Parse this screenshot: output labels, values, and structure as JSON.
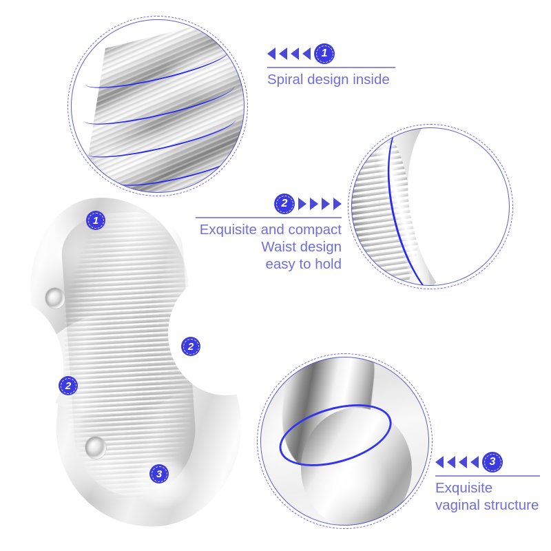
{
  "page": {
    "title": "Product feature infographic",
    "background_color": "#ffffff",
    "accent_blue": "#4a4ad6",
    "text_blue": "#6f6fd6",
    "badge_blue": "#3a3ae0",
    "highlight_blue": "#2b2bf0"
  },
  "callouts": [
    {
      "number": "1",
      "arrow_direction": "left",
      "arrow_count": 4,
      "text": "Spiral design inside",
      "align": "left"
    },
    {
      "number": "2",
      "arrow_direction": "right",
      "arrow_count": 4,
      "text": "Exquisite and compact\nWaist design\neasy to hold",
      "align": "right"
    },
    {
      "number": "3",
      "arrow_direction": "left",
      "arrow_count": 4,
      "text": "Exquisite\nvaginal structure",
      "align": "left"
    }
  ],
  "markers": [
    {
      "label": "1",
      "target": "spiral-ribbed-top"
    },
    {
      "label": "2",
      "target": "waist-left-edge"
    },
    {
      "label": "2",
      "target": "waist-right-edge"
    },
    {
      "label": "3",
      "target": "base-structure"
    }
  ],
  "detail_circles": [
    {
      "id": "spiral",
      "caption_ref": "1",
      "description": "Close-up of spiral ribbed interior with blue spiral highlight lines",
      "highlight_lines": 4
    },
    {
      "id": "waist",
      "caption_ref": "2",
      "description": "Close-up of compact waist edge with blue contour line",
      "highlight_lines": 1
    },
    {
      "id": "base",
      "caption_ref": "3",
      "description": "Close-up of base structure with blue ring outline",
      "highlight_lines": 1
    }
  ],
  "product": {
    "name": "transparent ribbed sleeve",
    "hole_count": 2,
    "finish": "clear silver"
  }
}
